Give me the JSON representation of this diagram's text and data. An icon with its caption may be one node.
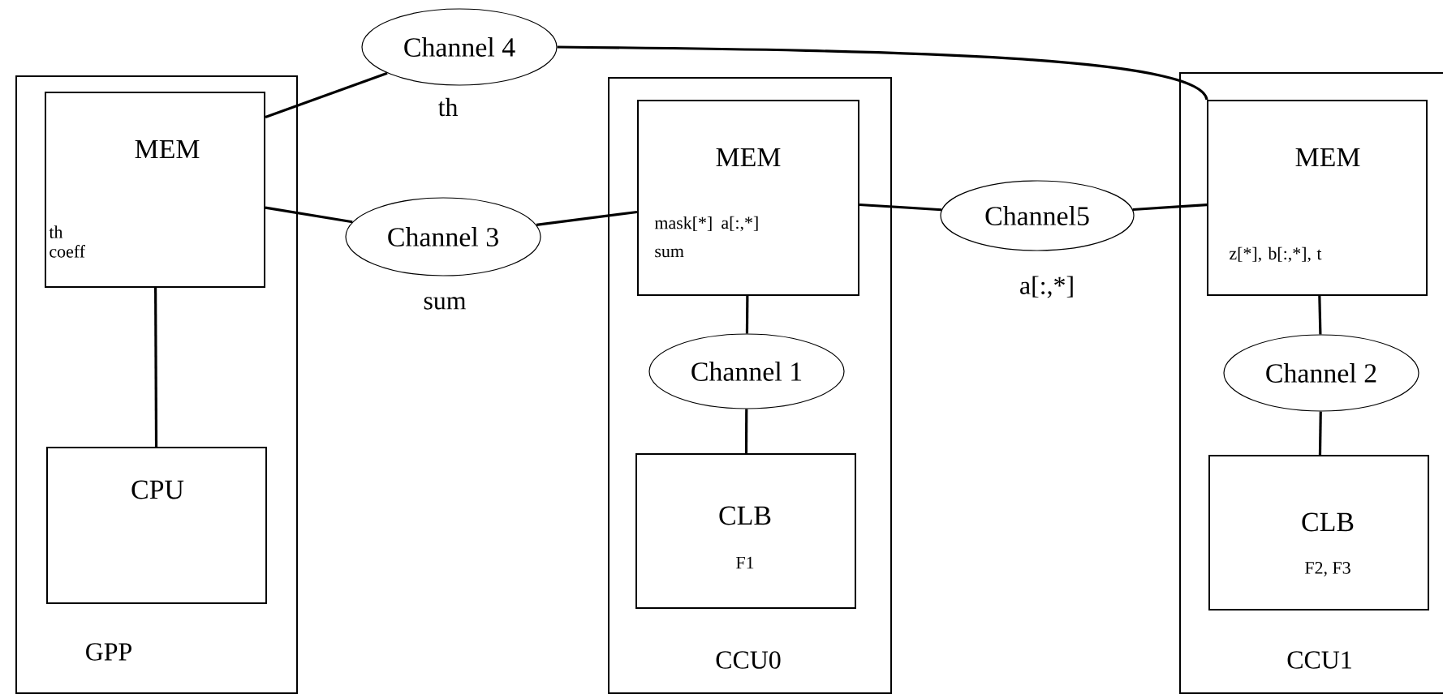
{
  "diagram": {
    "nodes": [
      {
        "text": [
          "GPP"
        ]
      },
      {
        "text": [
          "MEM",
          "th coeff"
        ],
        "in": 0
      },
      {
        "text": [
          "CPU"
        ],
        "in": 0
      },
      {
        "text": [
          "CCU0"
        ]
      },
      {
        "text": [
          "MEM",
          "mask[*]",
          "a[:,*]",
          "sum"
        ],
        "in": 3
      },
      {
        "text": [
          "Channel 1"
        ],
        "in": 3
      },
      {
        "text": [
          "CLB",
          "F1"
        ],
        "in": 3
      },
      {
        "text": [
          "CCU1"
        ]
      },
      {
        "text": [
          "MEM",
          "z[*],",
          "b[:,*],",
          "t"
        ],
        "in": 7
      },
      {
        "text": [
          "Channel 2"
        ],
        "in": 7
      },
      {
        "text": [
          "CLB",
          "F2, F3"
        ],
        "in": 7
      },
      {
        "text": [
          "Channel 4"
        ],
        "beside": [
          "th"
        ]
      },
      {
        "text": [
          "Channel 3"
        ],
        "beside": [
          "sum"
        ]
      },
      {
        "text": [
          "Channel5"
        ],
        "beside": [
          "a[:,*]"
        ]
      }
    ],
    "edges": [
      {
        "from": 1,
        "to": 11,
        "arrow": "none"
      },
      {
        "from": 11,
        "to": 8,
        "arrow": "none"
      },
      {
        "from": 1,
        "to": 12,
        "arrow": "none"
      },
      {
        "from": 12,
        "to": 4,
        "arrow": "none"
      },
      {
        "from": 4,
        "to": 13,
        "arrow": "none"
      },
      {
        "from": 13,
        "to": 8,
        "arrow": "none"
      },
      {
        "from": 1,
        "to": 2,
        "arrow": "none"
      },
      {
        "from": 4,
        "to": 5,
        "arrow": "none"
      },
      {
        "from": 5,
        "to": 6,
        "arrow": "none"
      },
      {
        "from": 8,
        "to": 9,
        "arrow": "none"
      },
      {
        "from": 9,
        "to": 10,
        "arrow": "none"
      }
    ]
  }
}
